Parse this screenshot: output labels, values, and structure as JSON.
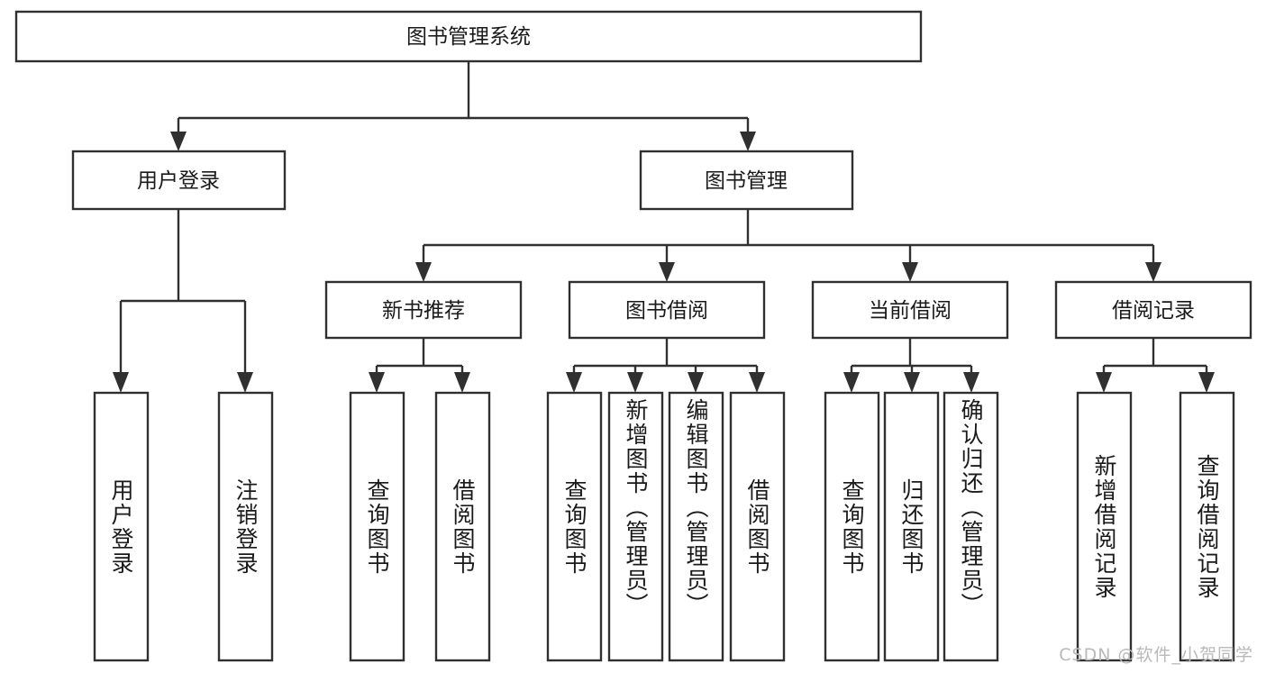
{
  "diagram": {
    "type": "tree-hierarchy",
    "title_node": "图书管理系统",
    "watermark": "CSDN @软件_小贺同学",
    "colors": {
      "stroke": "#303030",
      "fill": "#ffffff",
      "text": "#1a1a1a",
      "watermark": "#b9b9b9",
      "background": "#ffffff"
    },
    "root": {
      "label": "图书管理系统"
    },
    "level2": [
      {
        "label": "用户登录"
      },
      {
        "label": "图书管理"
      }
    ],
    "level3": [
      {
        "label": "新书推荐"
      },
      {
        "label": "图书借阅"
      },
      {
        "label": "当前借阅"
      },
      {
        "label": "借阅记录"
      }
    ],
    "leaves": {
      "user_login": [
        {
          "label": "用户登录"
        },
        {
          "label": "注销登录"
        }
      ],
      "new_book_recommend": [
        {
          "label": "查询图书"
        },
        {
          "label": "借阅图书"
        }
      ],
      "book_borrow": [
        {
          "label": "查询图书"
        },
        {
          "label": "新增图书（管理员）"
        },
        {
          "label": "编辑图书（管理员）"
        },
        {
          "label": "借阅图书"
        }
      ],
      "current_borrow": [
        {
          "label": "查询图书"
        },
        {
          "label": "归还图书"
        },
        {
          "label": "确认归还（管理员）"
        }
      ],
      "borrow_record": [
        {
          "label": "新增借阅记录"
        },
        {
          "label": "查询借阅记录"
        }
      ]
    }
  }
}
